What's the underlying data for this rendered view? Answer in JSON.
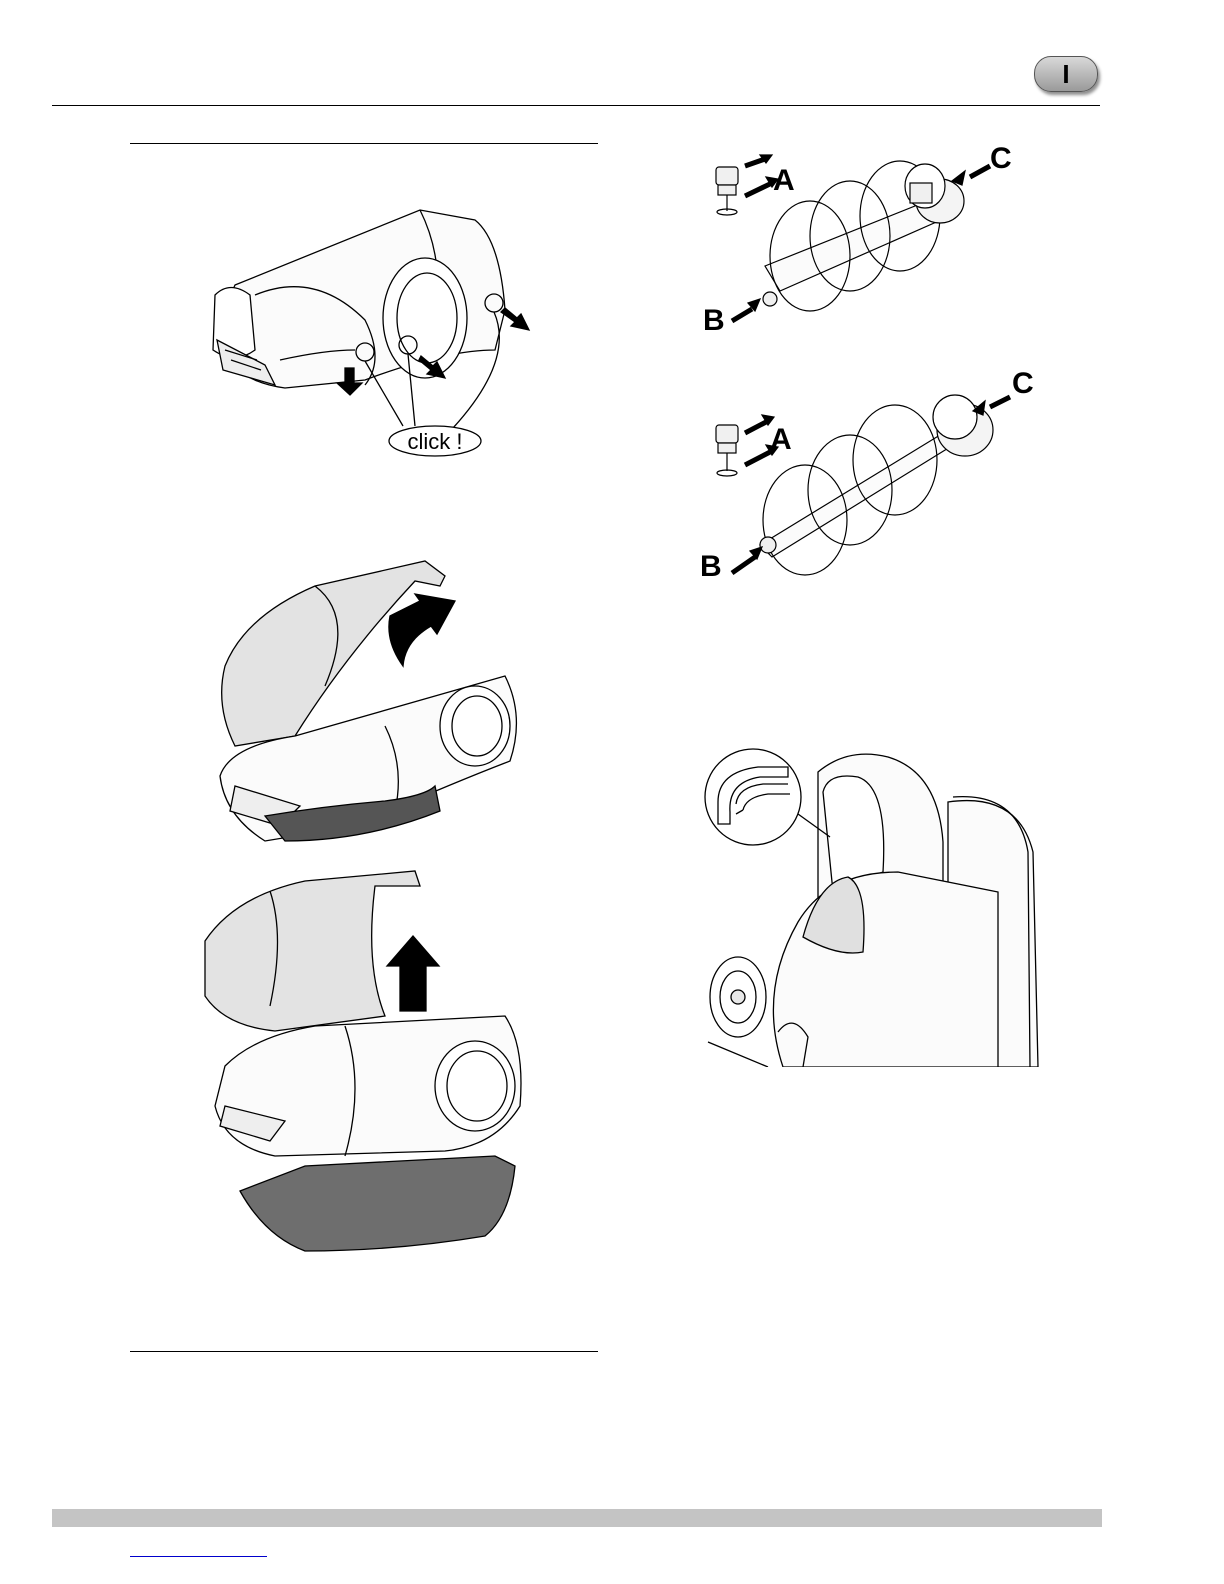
{
  "header": {
    "language_badge": "I"
  },
  "figures": {
    "fig_detach_tray": {
      "callout": "click !"
    },
    "fig_auger_long": {
      "labels": {
        "a": "A",
        "b": "B",
        "c": "C"
      }
    },
    "fig_auger_short": {
      "labels": {
        "a": "A",
        "b": "B",
        "c": "C"
      }
    }
  }
}
